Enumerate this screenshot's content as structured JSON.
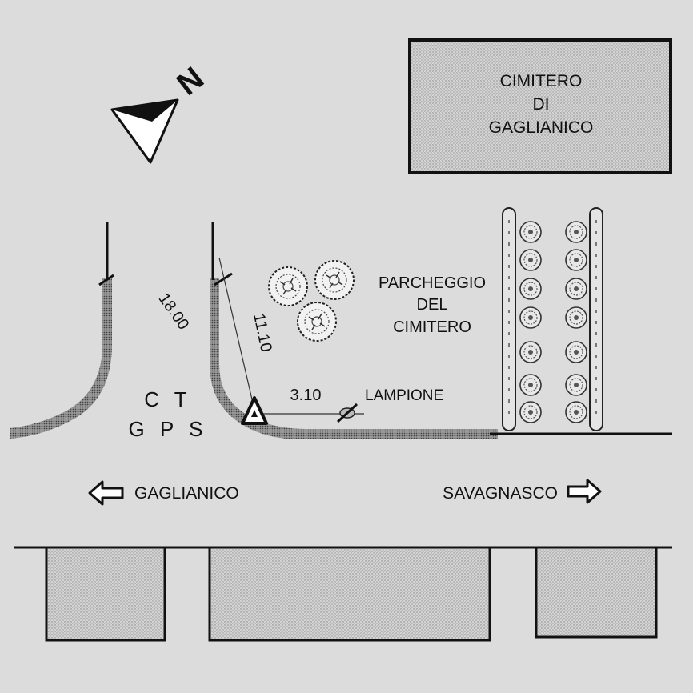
{
  "cemetery": {
    "line1": "CIMITERO",
    "line2": "DI",
    "line3": "GAGLIANICO"
  },
  "parking": {
    "line1": "PARCHEGGIO",
    "line2": "DEL",
    "line3": "CIMITERO"
  },
  "station": {
    "line1": "C T",
    "line2": "G P S"
  },
  "north_label": "N",
  "measurements": {
    "left": "18.00",
    "diagonal": "11.10",
    "lamp_distance": "3.10"
  },
  "lamp_label": "LAMPIONE",
  "directions": {
    "left": "GAGLIANICO",
    "right": "SAVAGNASCO"
  }
}
